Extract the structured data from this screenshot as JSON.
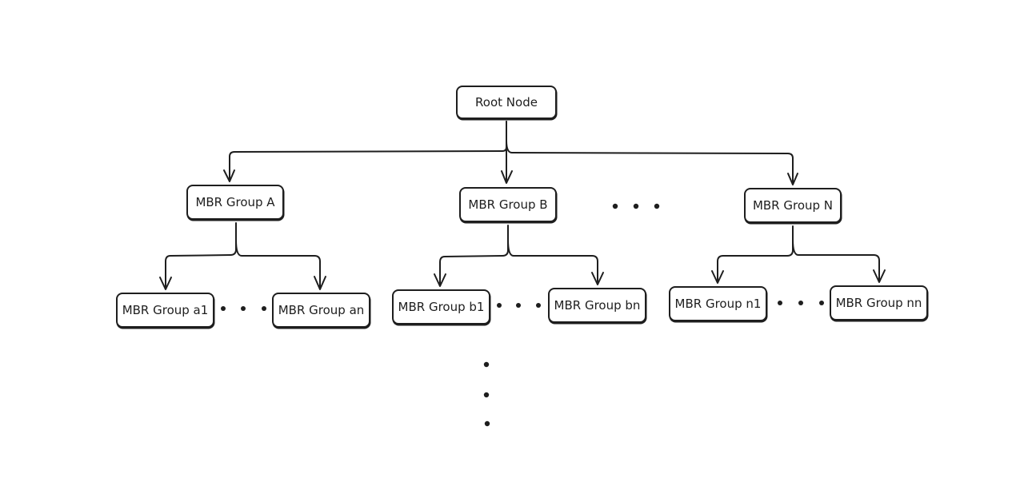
{
  "diagram": {
    "root": {
      "label": "Root Node"
    },
    "groups": [
      {
        "id": "a",
        "label": "MBR Group A"
      },
      {
        "id": "b",
        "label": "MBR Group B"
      },
      {
        "id": "n",
        "label": "MBR Group N"
      }
    ],
    "leaves": [
      {
        "id": "a1",
        "label": "MBR Group a1"
      },
      {
        "id": "an",
        "label": "MBR Group an"
      },
      {
        "id": "b1",
        "label": "MBR Group b1"
      },
      {
        "id": "bn",
        "label": "MBR Group bn"
      },
      {
        "id": "n1",
        "label": "MBR Group n1"
      },
      {
        "id": "nn",
        "label": "MBR Group nn"
      }
    ],
    "ellipsis_symbol": "• • •",
    "colors": {
      "stroke": "#1e1e1e",
      "background": "#ffffff"
    }
  }
}
